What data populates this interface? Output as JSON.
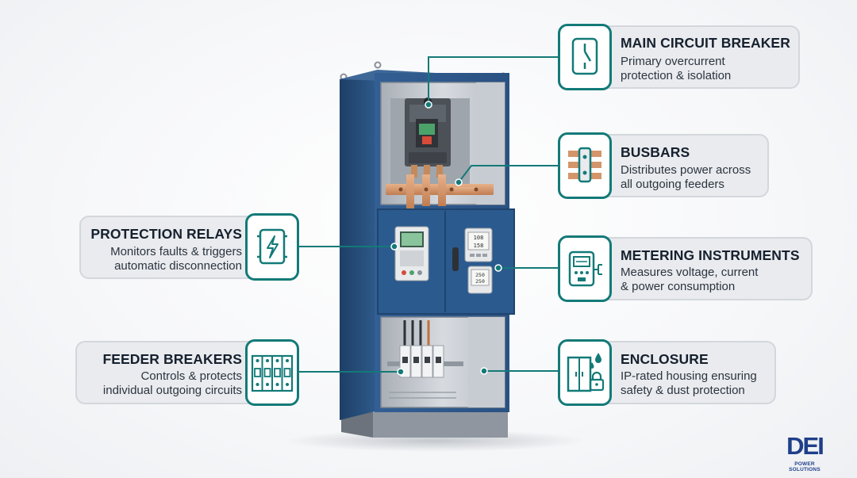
{
  "callouts": {
    "main_breaker": {
      "title": "MAIN CIRCUIT BREAKER",
      "line1": "Primary overcurrent",
      "line2": "protection & isolation",
      "icon": "breaker-switch-icon"
    },
    "busbars": {
      "title": "BUSBARS",
      "line1": "Distributes power across",
      "line2": "all outgoing feeders",
      "icon": "busbar-icon"
    },
    "protection_relays": {
      "title": "PROTECTION RELAYS",
      "line1": "Monitors faults & triggers",
      "line2": "automatic disconnection",
      "icon": "lightning-relay-icon"
    },
    "metering": {
      "title": "METERING INSTRUMENTS",
      "line1": "Measures voltage, current",
      "line2": "& power consumption",
      "icon": "meter-plug-icon"
    },
    "feeder_breakers": {
      "title": "FEEDER BREAKERS",
      "line1": "Controls & protects",
      "line2": "individual outgoing circuits",
      "icon": "feeder-breakers-icon"
    },
    "enclosure": {
      "title": "ENCLOSURE",
      "line1": "IP-rated housing ensuring",
      "line2": "safety & dust protection",
      "icon": "enclosure-lock-icon"
    }
  },
  "meters": {
    "upper_line1": "108",
    "upper_line2": "158",
    "lower_line1": "250",
    "lower_line2": "250"
  },
  "logo": {
    "word": "DEI",
    "tagline": "POWER SOLUTIONS"
  },
  "colors": {
    "accent": "#137a78",
    "panel_blue": "#2d5a8f",
    "copper": "#d39569",
    "logo_blue": "#1f3f8a"
  }
}
